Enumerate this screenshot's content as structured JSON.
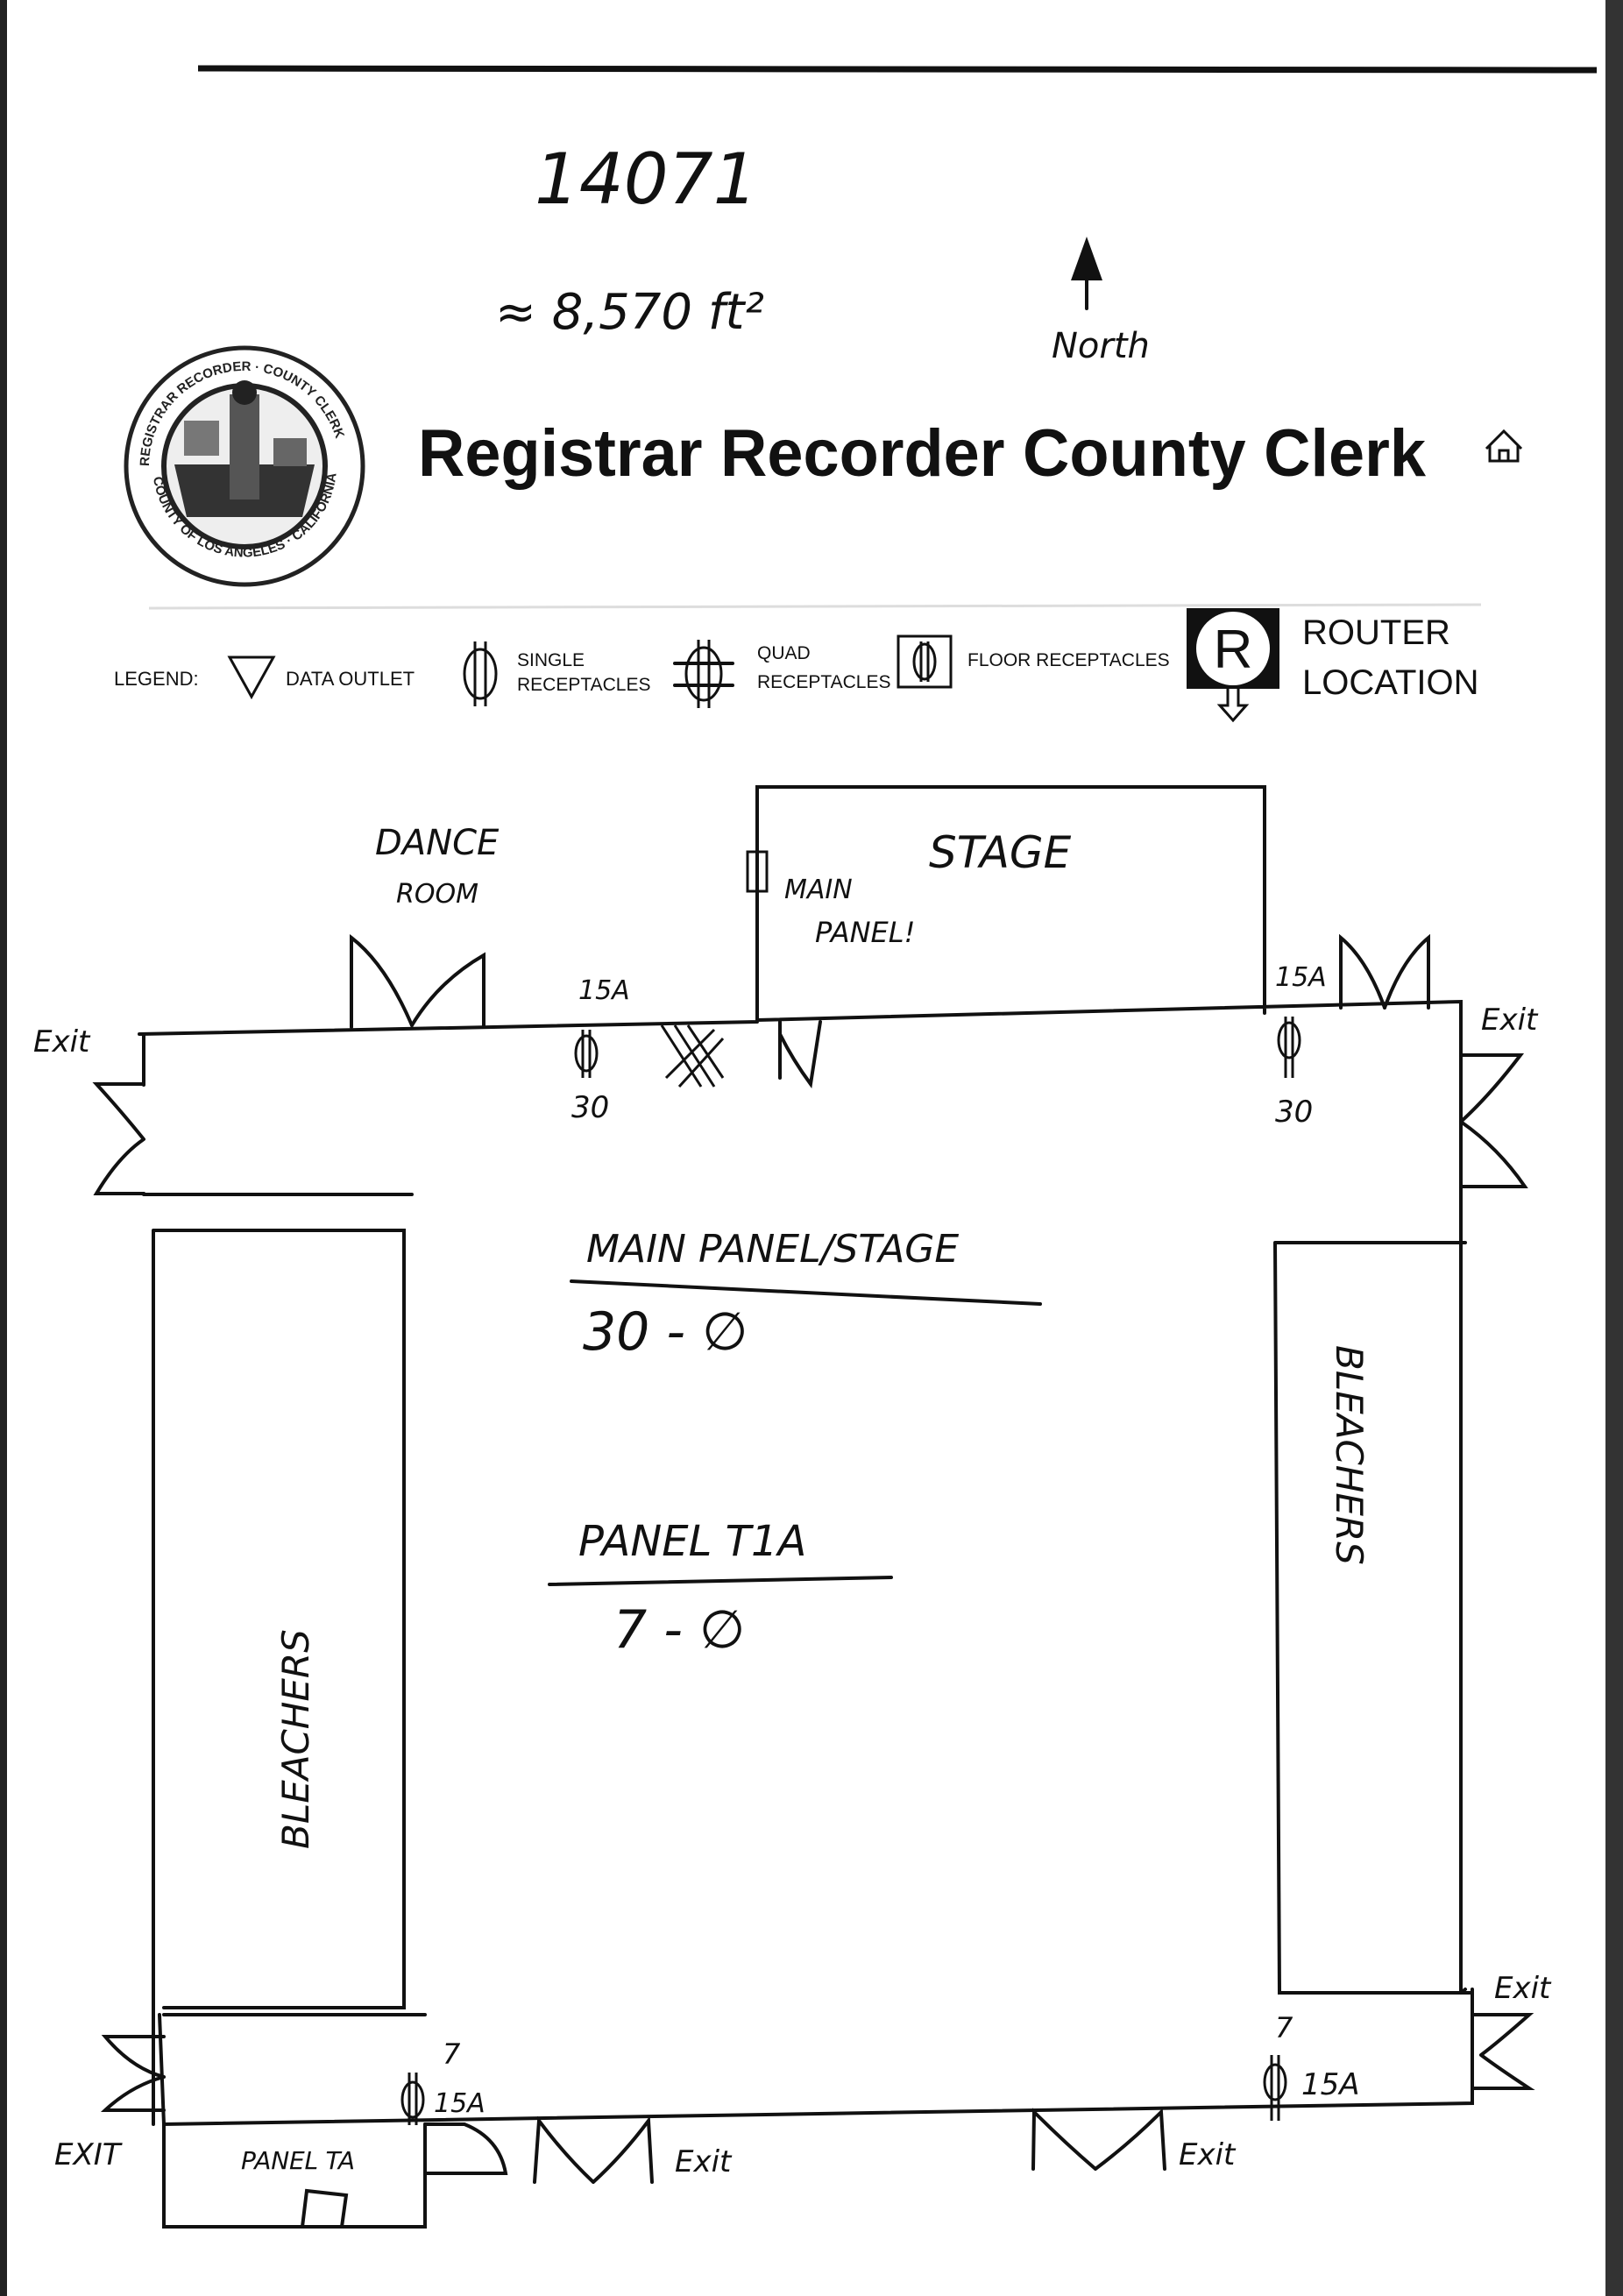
{
  "header": {
    "number": "14071",
    "area": "≈ 8,570 ft²",
    "north_label": "North",
    "title": "Registrar Recorder County Clerk",
    "seal_text": "REGISTRAR RECORDER COUNTY CLERK · COUNTY OF LOS ANGELES · CALIFORNIA"
  },
  "legend": {
    "label": "LEGEND:",
    "items": [
      {
        "icon": "data-outlet-icon",
        "label": "DATA OUTLET"
      },
      {
        "icon": "single-receptacle-icon",
        "label_1": "SINGLE",
        "label_2": "RECEPTACLES"
      },
      {
        "icon": "quad-receptacle-icon",
        "label_1": "QUAD",
        "label_2": "RECEPTACLES"
      },
      {
        "icon": "floor-receptacle-icon",
        "label": "FLOOR RECEPTACLES"
      },
      {
        "icon": "router-icon",
        "label_1": "ROUTER",
        "label_2": "LOCATION"
      }
    ]
  },
  "plan": {
    "dance_room_1": "DANCE",
    "dance_room_2": "ROOM",
    "stage": "STAGE",
    "main_panel_1": "MAIN",
    "main_panel_2": "PANEL!",
    "bleachers_left": "BLEACHERS",
    "bleachers_right": "BLEACHERS",
    "main_panel_stage": "MAIN PANEL/STAGE",
    "main_panel_value": "30 - ∅",
    "panel_t1a": "PANEL T1A",
    "panel_t1a_value": "7 - ∅",
    "panel_ta": "PANEL TA",
    "amp_top_left": "15A",
    "circuit_top_left": "30",
    "amp_top_right": "15A",
    "circuit_top_right": "30",
    "circuit_bottom_left": "7",
    "amp_bottom_left": "15A",
    "circuit_bottom_right": "7",
    "amp_bottom_right": "15A",
    "exits": [
      "Exit",
      "Exit",
      "Exit",
      "EXIT",
      "Exit",
      "Exit"
    ]
  }
}
